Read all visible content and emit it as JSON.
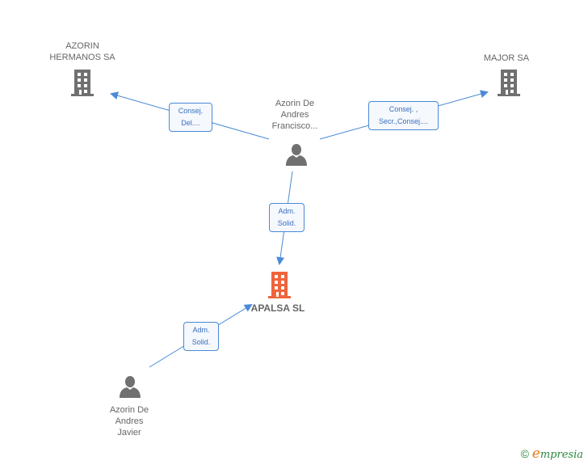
{
  "nodes": {
    "azorin_hermanos": {
      "label_line1": "AZORIN",
      "label_line2": "HERMANOS SA",
      "type": "company",
      "icon": "building-icon"
    },
    "major_sa": {
      "label": "MAJOR SA",
      "type": "company",
      "icon": "building-icon"
    },
    "francisco": {
      "label_line1": "Azorin De",
      "label_line2": "Andres",
      "label_line3": "Francisco...",
      "type": "person",
      "icon": "person-icon"
    },
    "apalsa": {
      "label": "APALSA SL",
      "type": "company-main",
      "icon": "building-icon"
    },
    "javier": {
      "label_line1": "Azorin De",
      "label_line2": "Andres",
      "label_line3": "Javier",
      "type": "person",
      "icon": "person-icon"
    }
  },
  "edges": [
    {
      "from": "francisco",
      "to": "azorin_hermanos",
      "label_line1": "Consej.",
      "label_line2": "Del...."
    },
    {
      "from": "francisco",
      "to": "major_sa",
      "label_line1": "Consej. ,",
      "label_line2": "Secr.,Consej...."
    },
    {
      "from": "francisco",
      "to": "apalsa",
      "label_line1": "Adm.",
      "label_line2": "Solid."
    },
    {
      "from": "javier",
      "to": "apalsa",
      "label_line1": "Adm.",
      "label_line2": "Solid."
    }
  ],
  "colors": {
    "edge": "#4a8ad8",
    "company_icon": "#707070",
    "main_icon": "#f0643c",
    "person_icon": "#707070"
  },
  "footer": {
    "copyright": "©",
    "brand_initial": "e",
    "brand_rest": "mpresia"
  }
}
